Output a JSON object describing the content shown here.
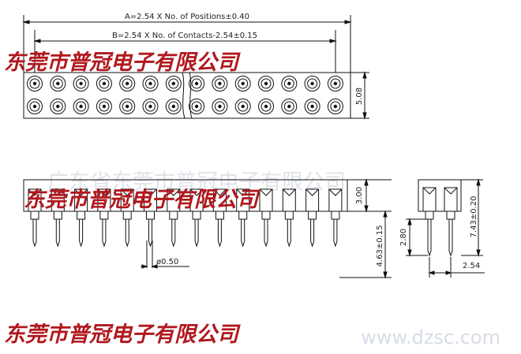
{
  "dimensions": {
    "a_formula": "A=2.54 X No. of Positions±0.40",
    "b_formula": "B=2.54 X No. of Contacts-2.54±0.15",
    "row_pitch": "5.08",
    "body_height": "3.00",
    "overall_height": "7.43±0.20",
    "tail_length": "4.63±0.15",
    "pin_diameter": "ø0.50",
    "side_tail": "2.80",
    "side_pitch": "2.54"
  },
  "watermarks": {
    "company_top": "东莞市普冠电子有限公司",
    "company_middle": "东莞市普冠电子有限公司",
    "company_bottom": "东莞市普冠电子有限公司",
    "company_faint": "广东省东莞市普冠电子有限公司",
    "website": "www.dzsc.com"
  },
  "colors": {
    "line": "#111111",
    "watermark_red": "#b0181e",
    "watermark_faint": "#dfe3ea"
  }
}
